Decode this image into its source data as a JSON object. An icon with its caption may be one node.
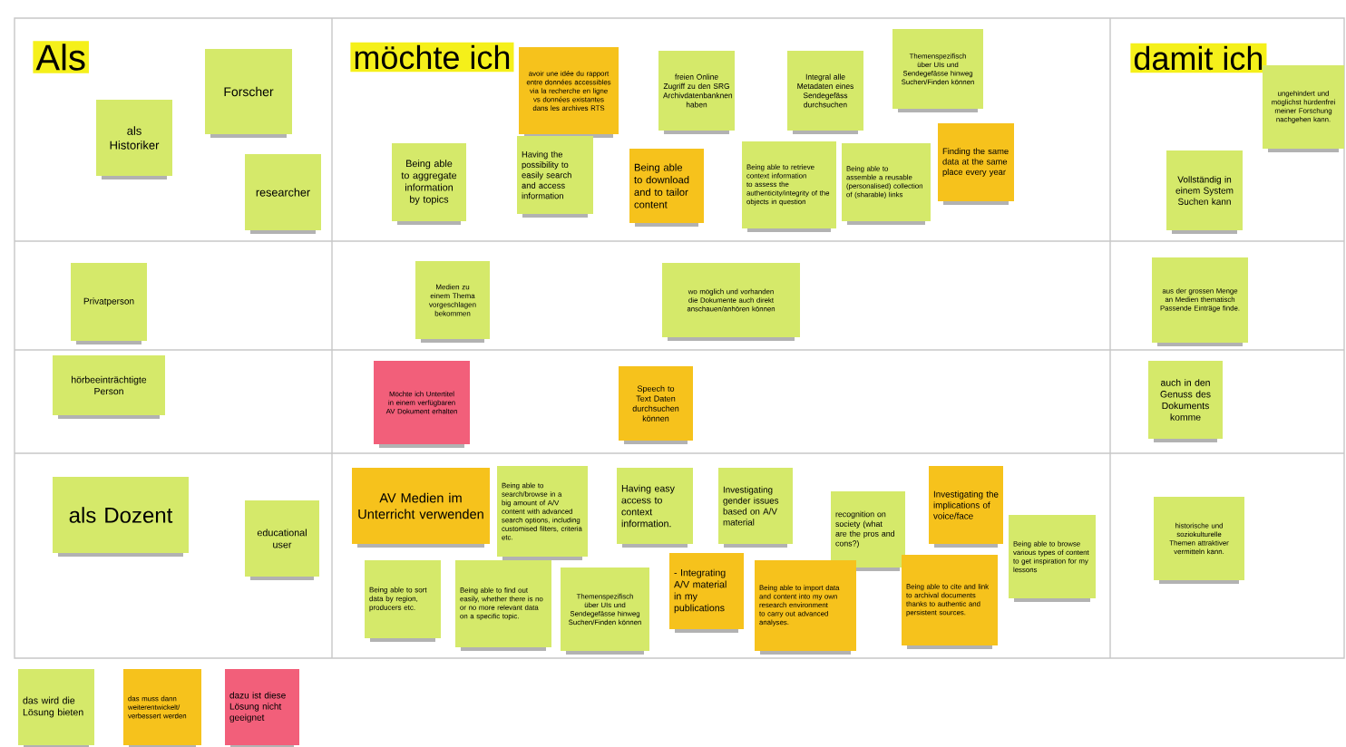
{
  "diagram": {
    "nodes": [
      {
        "text": [
          "Als"
        ]
      },
      {
        "text": [
          "Forscher"
        ]
      },
      {
        "text": [
          "als Historiker"
        ]
      },
      {
        "text": [
          "researcher"
        ]
      },
      {
        "text": [
          "möchte ich"
        ]
      },
      {
        "text": [
          "avoir une idée du rapport entre données accessibles via la recherche en ligne vs données existantes dans les archives RTS"
        ]
      },
      {
        "text": [
          "freien Online Zugriff zu den SRG Archivdatenbanknen haben"
        ]
      },
      {
        "text": [
          "Integral alle Metadaten eines Sendegefäss durchsuchen"
        ]
      },
      {
        "text": [
          "Themenspezifisch über UIs und Sendegefässe hinweg Suchen/Finden können"
        ]
      },
      {
        "text": [
          "damit ich"
        ]
      },
      {
        "text": [
          "ungehindert und möglichst hürdenfrei meiner Forschung nachgehen kann."
        ]
      },
      {
        "text": [
          "Being able to aggregate information by topics"
        ]
      },
      {
        "text": [
          "Having the possibility to easily search and access information"
        ]
      },
      {
        "text": [
          "Being able to download and to tailor content"
        ]
      },
      {
        "text": [
          "Being able to retrieve context information to assess the authenticity/integrity of the objects in question"
        ]
      },
      {
        "text": [
          "Being able to assemble a reusable (personalised) collection of (sharable) links"
        ]
      },
      {
        "text": [
          "Finding the same data at the same place every year"
        ]
      },
      {
        "text": [
          "Vollständig in einem System Suchen kann"
        ]
      },
      {
        "text": [
          "Privatperson"
        ]
      },
      {
        "text": [
          "Medien zu einem Thema vorgeschlagen bekommen"
        ]
      },
      {
        "text": [
          "wo möglich und vorhanden die Dokumente auch direkt anschauen/anhören können"
        ]
      },
      {
        "text": [
          "aus der grossen Menge an Medien thematisch Passende Einträge finde."
        ]
      },
      {
        "text": [
          "hörbeeinträchtigte Person"
        ]
      },
      {
        "text": [
          "Möchte ich Untertitel in einem verfügbaren AV Dokument erhalten"
        ]
      },
      {
        "text": [
          "Speech to Text Daten durchsuchen können"
        ]
      },
      {
        "text": [
          "auch in den Genuss des Dokuments komme"
        ]
      },
      {
        "text": [
          "als Dozent"
        ]
      },
      {
        "text": [
          "educational user"
        ]
      },
      {
        "text": [
          "AV Medien im Unterricht verwenden"
        ]
      },
      {
        "text": [
          "Being able to search/browse in a big amount of A/V content with advanced search options, including customised filters, criteria etc."
        ]
      },
      {
        "text": [
          "Having easy access to context information."
        ]
      },
      {
        "text": [
          "Investigating gender issues based on A/V material"
        ]
      },
      {
        "text": [
          "recognition on society (what are the pros and cons?)"
        ]
      },
      {
        "text": [
          "Investigating the implications of voice/face"
        ]
      },
      {
        "text": [
          "Being able to browse various types of content to get inspiration for my lessons"
        ]
      },
      {
        "text": [
          "historische und soziokulturelle Themen attraktiver vermitteln kann."
        ]
      },
      {
        "text": [
          "Being able to sort data by region, producers etc."
        ]
      },
      {
        "text": [
          "Being able to find out easily, whether there is no or no more relevant data on a specific topic."
        ]
      },
      {
        "text": [
          "Themenspezifisch über UIs und Sendegefässe hinweg Suchen/Finden können"
        ]
      },
      {
        "text": [
          "- Integrating A/V material in my publications"
        ]
      },
      {
        "text": [
          "Being able to import data and content into my own research environment to carry out advanced analyses."
        ]
      },
      {
        "text": [
          "Being able to cite and link to archival documents thanks to authentic and persistent sources."
        ]
      }
    ],
    "legend": [
      {
        "text": "das wird die Lösung bieten",
        "color": "#d5e96a"
      },
      {
        "text": "das muss dann weiterentwickelt/ verbessert werden",
        "color": "#f6c21c"
      },
      {
        "text": "dazu ist diese Lösung nicht geeignet",
        "color": "#f25f7a"
      }
    ]
  }
}
